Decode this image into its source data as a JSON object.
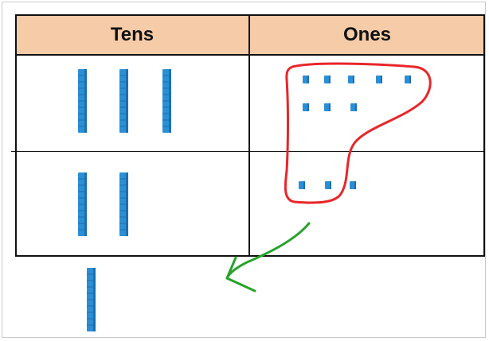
{
  "table": {
    "headers": {
      "tens": "Tens",
      "ones": "Ones"
    }
  },
  "rows": [
    {
      "tens": 3,
      "ones": 8
    },
    {
      "tens": 2,
      "ones": 3
    }
  ],
  "carried_ten": 1,
  "colors": {
    "header_bg": "#f6cba7",
    "block": "#2b8fd6",
    "block_dark": "#1c6fae",
    "circle_annotation": "#e8262a",
    "arrow_annotation": "#27a32b"
  }
}
